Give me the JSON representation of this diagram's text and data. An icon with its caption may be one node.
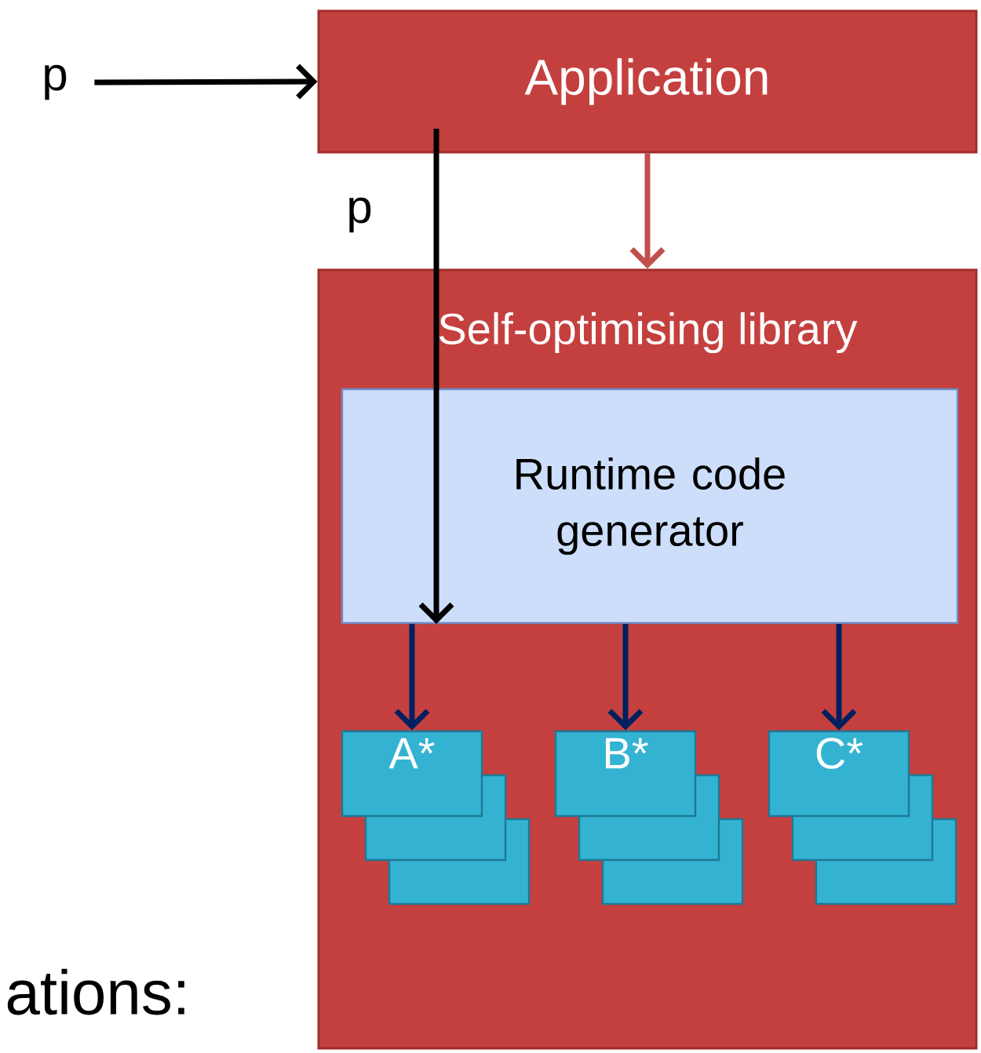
{
  "diagram": {
    "nodes": [
      {
        "text": [
          "p"
        ]
      },
      {
        "text": [
          "Application"
        ]
      },
      {
        "text": [
          "Self-optimising library"
        ]
      },
      {
        "text": [
          "Runtime code generator"
        ],
        "in": 2
      },
      {
        "text": [
          "A*"
        ],
        "in": 2
      },
      {
        "text": [],
        "shape": "box",
        "in": 2
      },
      {
        "text": [],
        "shape": "box",
        "in": 2
      },
      {
        "text": [
          "B*"
        ],
        "in": 2
      },
      {
        "text": [],
        "shape": "box",
        "in": 2
      },
      {
        "text": [],
        "shape": "box",
        "in": 2
      },
      {
        "text": [
          "C*"
        ],
        "in": 2
      },
      {
        "text": [],
        "shape": "box",
        "in": 2
      },
      {
        "text": [],
        "shape": "box",
        "in": 2
      }
    ],
    "edges": [
      {
        "from": 0,
        "to": 1,
        "arrow": "to",
        "color": "#000000"
      },
      {
        "from": 1,
        "to": 2,
        "arrow": "to",
        "color": "#c0504d"
      },
      {
        "from": 1,
        "to": 3,
        "arrow": "to",
        "label": "p",
        "color": "#000000"
      },
      {
        "from": 3,
        "to": 4,
        "arrow": "to",
        "color": "#002060"
      },
      {
        "from": 3,
        "to": 7,
        "arrow": "to",
        "color": "#002060"
      },
      {
        "from": 3,
        "to": 10,
        "arrow": "to",
        "color": "#002060"
      }
    ],
    "labels": [
      "ations:"
    ]
  }
}
